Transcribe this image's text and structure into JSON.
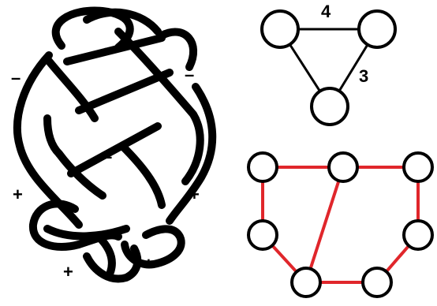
{
  "knot_diagram": {
    "crossing_signs": [
      {
        "name": "crossing-sign-top",
        "text": "–"
      },
      {
        "name": "crossing-sign-left",
        "text": "–"
      },
      {
        "name": "crossing-sign-right",
        "text": "–"
      },
      {
        "name": "crossing-sign-center",
        "text": "–"
      },
      {
        "name": "crossing-sign-lower-left",
        "text": "+"
      },
      {
        "name": "crossing-sign-lower-right",
        "text": "+"
      },
      {
        "name": "crossing-sign-bottom-left",
        "text": "+"
      },
      {
        "name": "crossing-sign-bottom-right",
        "text": "+"
      }
    ]
  },
  "triangle_graph": {
    "edge_labels": [
      {
        "name": "edge-label-top",
        "text": "4"
      },
      {
        "name": "edge-label-right",
        "text": "3"
      }
    ]
  },
  "colors": {
    "stroke": "#000000",
    "highlight_edges": "#e0262b",
    "node_fill": "#ffffff"
  }
}
